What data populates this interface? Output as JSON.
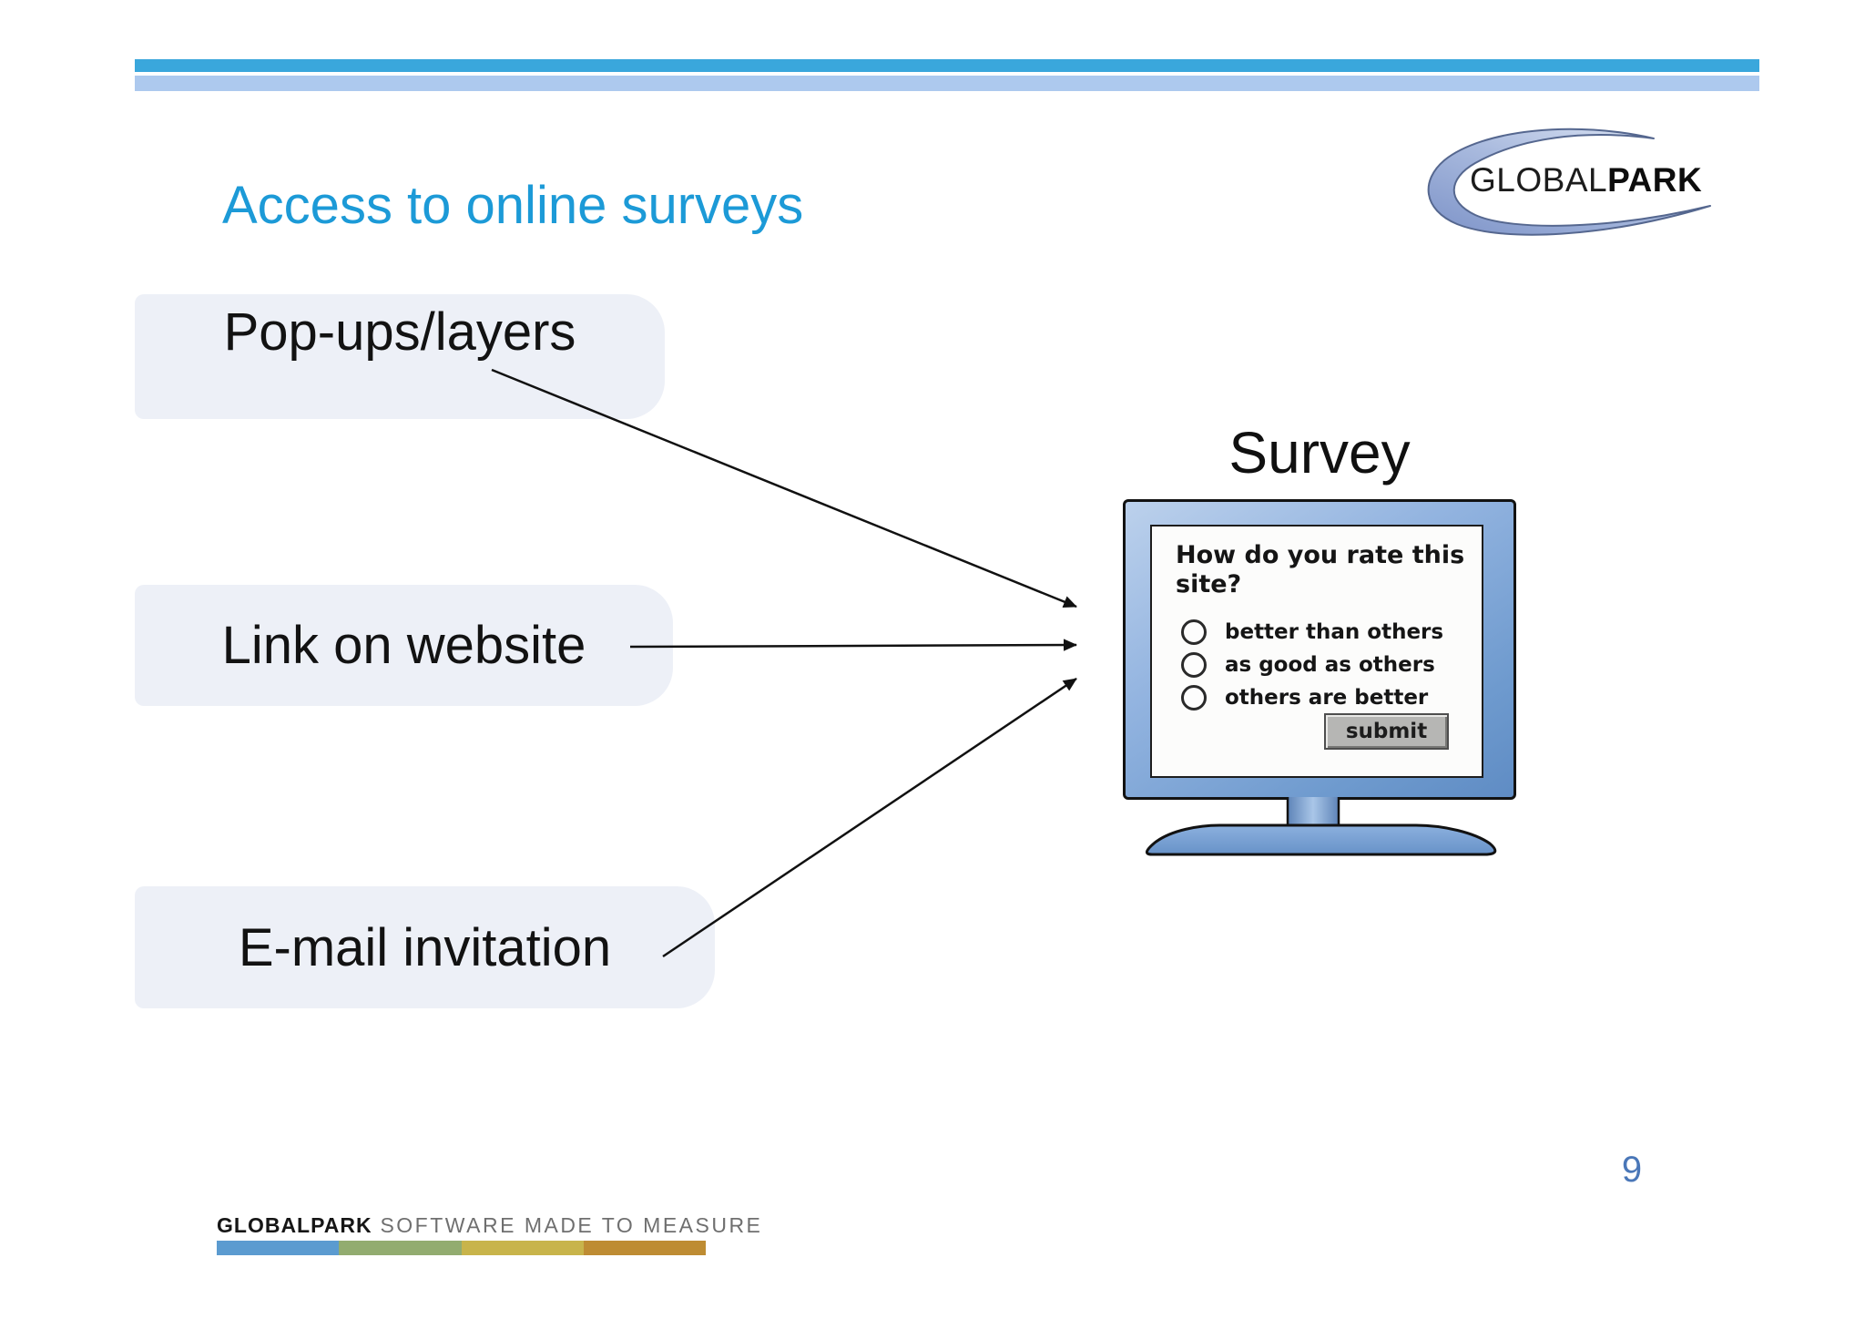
{
  "slide": {
    "title": "Access to online surveys",
    "page_number": "9"
  },
  "logo": {
    "text_regular": "GLOBAL",
    "text_bold": "PARK"
  },
  "sources": [
    {
      "label": "Pop-ups/layers"
    },
    {
      "label": "Link on website"
    },
    {
      "label": "E-mail invitation"
    }
  ],
  "survey": {
    "heading": "Survey",
    "question_line1": "How do you rate this",
    "question_line2": "site?",
    "options": [
      "better than others",
      "as good as others",
      "others are better"
    ],
    "submit_label": "submit"
  },
  "footer": {
    "brand": "GLOBALPARK",
    "tagline": "SOFTWARE MADE TO MEASURE",
    "stripe_colors": [
      "#5b9bd0",
      "#92ac70",
      "#c8b44b",
      "#be8c33"
    ]
  },
  "colors": {
    "title_blue": "#1c9ad7",
    "top_bar_dark": "#3aa7dc",
    "top_bar_light": "#adc9ee",
    "box_fill": "#edf0f7",
    "page_number_blue": "#4a77b8"
  }
}
